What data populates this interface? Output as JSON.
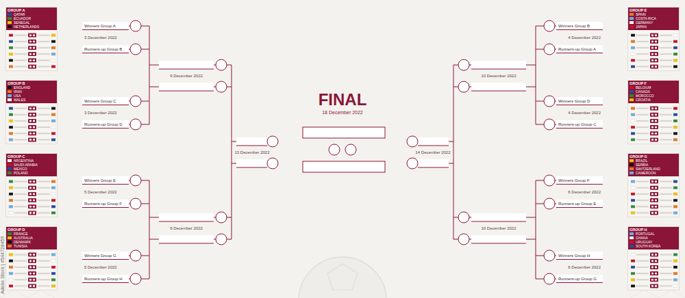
{
  "diagram": {
    "title": "FINAL",
    "nodes": [
      {
        "text": [
          "GROUP A",
          "QATAR",
          "ECUADOR",
          "SENEGAL",
          "NETHERLANDS"
        ]
      },
      {
        "text": [
          "GROUP B",
          "ENGLAND",
          "IRAN",
          "USA",
          "WALES"
        ]
      },
      {
        "text": [
          "GROUP C",
          "ARGENTINA",
          "SAUDI ARABIA",
          "MEXICO",
          "POLAND"
        ]
      },
      {
        "text": [
          "GROUP D",
          "FRANCE",
          "AUSTRALIA",
          "DENMARK",
          "TUNISIA"
        ]
      },
      {
        "text": [
          "Winners Group A"
        ]
      },
      {
        "text": [
          "Runners-up Group B"
        ]
      },
      {
        "text": [
          "Winners Group C"
        ]
      },
      {
        "text": [
          "Runners-up Group D"
        ]
      },
      {
        "text": [
          "Winners Group E"
        ]
      },
      {
        "text": [
          "Runners-up Group F"
        ]
      },
      {
        "text": [
          "Winners Group G"
        ]
      },
      {
        "text": [
          "Runners-up Group H"
        ]
      },
      {
        "text": [
          "Winners Group B"
        ]
      },
      {
        "text": [
          "Runners-up Group A"
        ]
      },
      {
        "text": [
          "Winners Group D"
        ]
      },
      {
        "text": [
          "Runners-up Group C"
        ]
      },
      {
        "text": [
          "Winners Group F"
        ]
      },
      {
        "text": [
          "Runners-up Group E"
        ]
      },
      {
        "text": [
          "Winners Group H"
        ]
      },
      {
        "text": [
          "Runners-up Group G"
        ]
      },
      {
        "text": [
          "GROUP E",
          "SPAIN",
          "COSTA RICA",
          "GERMANY",
          "JAPAN"
        ]
      },
      {
        "text": [
          "GROUP F",
          "BELGIUM",
          "CANADA",
          "MOROCCO",
          "CROATIA"
        ]
      },
      {
        "text": [
          "GROUP G",
          "BRAZIL",
          "SERBIA",
          "SWITZERLAND",
          "CAMEROON"
        ]
      },
      {
        "text": [
          "GROUP H",
          "PORTUGAL",
          "GHANA",
          "URUGUAY",
          "SOUTH KOREA"
        ]
      }
    ],
    "labels": [
      "3 December 2022",
      "3 December 2022",
      "5 December 2022",
      "5 December 2022",
      "4 December 2022",
      "4 December 2022",
      "6 December 2022",
      "6 December 2022",
      "9 December 2022",
      "9 December 2022",
      "10 December 2022",
      "10 December 2022",
      "13 December 2022",
      "14 December 2022",
      "18 December 2022",
      "Adobe Stock | #544728459"
    ]
  }
}
